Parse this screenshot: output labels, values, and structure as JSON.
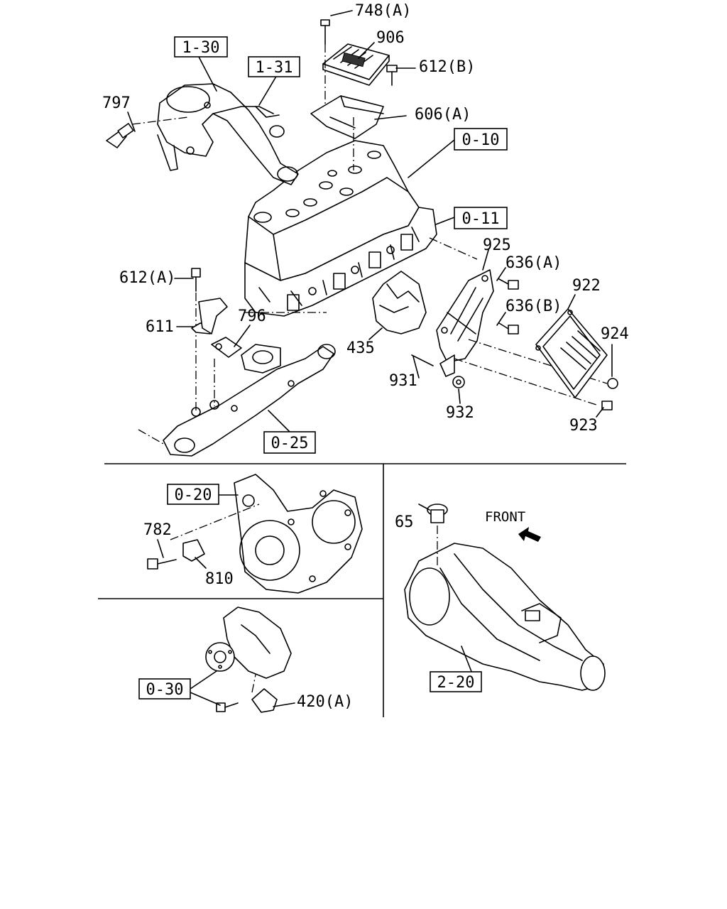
{
  "labels": {
    "p748a": "748(A)",
    "p906": "906",
    "p612b": "612(B)",
    "p606a": "606(A)",
    "p797": "797",
    "p612a": "612(A)",
    "p611": "611",
    "p796": "796",
    "p925": "925",
    "p636a": "636(A)",
    "p636b": "636(B)",
    "p922": "922",
    "p924": "924",
    "p435": "435",
    "p931": "931",
    "p932": "932",
    "p923": "923",
    "p782": "782",
    "p810": "810",
    "p65": "65",
    "front": "FRONT",
    "p420a": "420(A)"
  },
  "refs": {
    "r1_30": "1-30",
    "r1_31": "1-31",
    "r0_10": "0-10",
    "r0_11": "0-11",
    "r0_25": "0-25",
    "r0_20": "0-20",
    "r0_30": "0-30",
    "r2_20": "2-20"
  }
}
